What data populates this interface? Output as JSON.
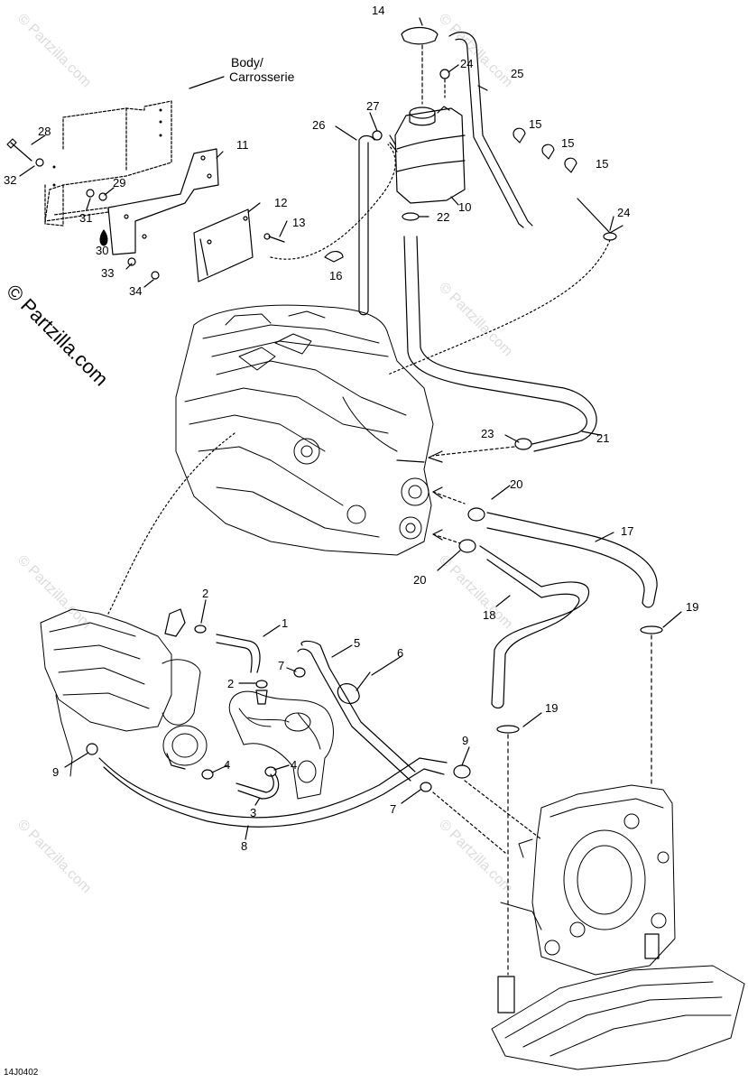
{
  "watermark": {
    "text": "© Partzilla.com",
    "brand": "© Partzilla.com"
  },
  "figure_code": "14J0402",
  "body_label": {
    "line1": "Body/",
    "line2": "Carrosserie"
  },
  "callouts": [
    {
      "id": "c1",
      "text": "1"
    },
    {
      "id": "c2a",
      "text": "2"
    },
    {
      "id": "c2b",
      "text": "2"
    },
    {
      "id": "c3",
      "text": "3"
    },
    {
      "id": "c4a",
      "text": "4"
    },
    {
      "id": "c4b",
      "text": "4"
    },
    {
      "id": "c5",
      "text": "5"
    },
    {
      "id": "c6",
      "text": "6"
    },
    {
      "id": "c7a",
      "text": "7"
    },
    {
      "id": "c7b",
      "text": "7"
    },
    {
      "id": "c8",
      "text": "8"
    },
    {
      "id": "c9a",
      "text": "9"
    },
    {
      "id": "c9b",
      "text": "9"
    },
    {
      "id": "c10",
      "text": "10"
    },
    {
      "id": "c11",
      "text": "11"
    },
    {
      "id": "c12",
      "text": "12"
    },
    {
      "id": "c13",
      "text": "13"
    },
    {
      "id": "c14",
      "text": "14"
    },
    {
      "id": "c15a",
      "text": "15"
    },
    {
      "id": "c15b",
      "text": "15"
    },
    {
      "id": "c15c",
      "text": "15"
    },
    {
      "id": "c16",
      "text": "16"
    },
    {
      "id": "c17",
      "text": "17"
    },
    {
      "id": "c18",
      "text": "18"
    },
    {
      "id": "c19a",
      "text": "19"
    },
    {
      "id": "c19b",
      "text": "19"
    },
    {
      "id": "c20a",
      "text": "20"
    },
    {
      "id": "c20b",
      "text": "20"
    },
    {
      "id": "c21",
      "text": "21"
    },
    {
      "id": "c22",
      "text": "22"
    },
    {
      "id": "c23",
      "text": "23"
    },
    {
      "id": "c24a",
      "text": "24"
    },
    {
      "id": "c24b",
      "text": "24"
    },
    {
      "id": "c25",
      "text": "25"
    },
    {
      "id": "c26",
      "text": "26"
    },
    {
      "id": "c27",
      "text": "27"
    },
    {
      "id": "c28",
      "text": "28"
    },
    {
      "id": "c29",
      "text": "29"
    },
    {
      "id": "c30",
      "text": "30"
    },
    {
      "id": "c31",
      "text": "31"
    },
    {
      "id": "c32",
      "text": "32"
    },
    {
      "id": "c33",
      "text": "33"
    },
    {
      "id": "c34",
      "text": "34"
    }
  ]
}
